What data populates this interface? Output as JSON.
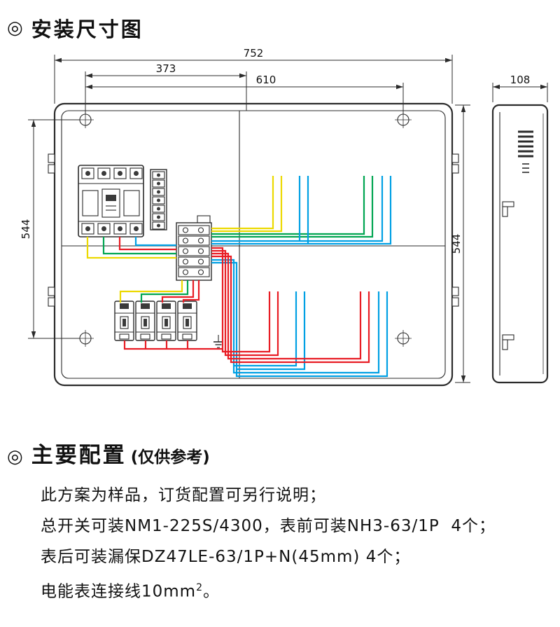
{
  "install": {
    "bullet": "◎",
    "title": "安装尺寸图"
  },
  "dims": {
    "overall_width": "752",
    "left_width": "373",
    "hole_span": "610",
    "height_left": "544",
    "height_right": "544",
    "depth": "108"
  },
  "wire_colors": {
    "yellow": "#ecd900",
    "green": "#00a551",
    "red": "#e81c24",
    "blue": "#00a0e4"
  },
  "config": {
    "bullet": "◎",
    "heading": "主要配置",
    "note": "(仅供参考)",
    "lines": [
      "此方案为样品，订货配置可另行说明；",
      "总开关可装NM1-225S/4300，表前可装NH3-63/1P  4个；",
      "表后可装漏保DZ47LE-63/1P+N(45mm) 4个；"
    ],
    "line_wire": {
      "pre": "电能表连接线10mm",
      "sup": "2",
      "post": "。"
    }
  }
}
